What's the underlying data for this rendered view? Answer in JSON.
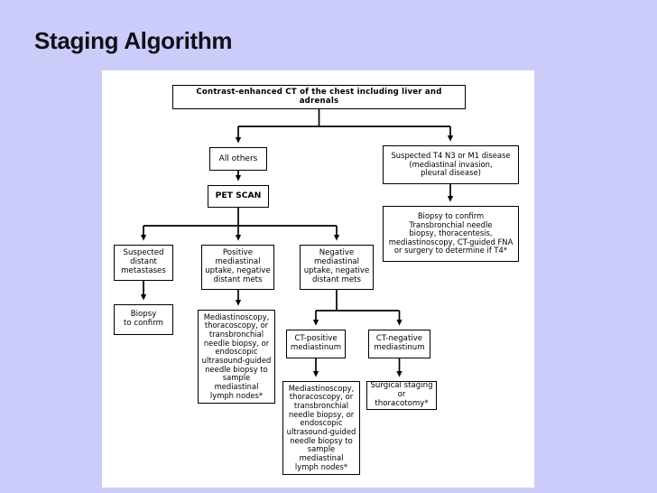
{
  "slide": {
    "title": "Staging Algorithm",
    "background_color": "#ccccfa",
    "panel_color": "#ffffff",
    "line_color": "#000000"
  },
  "flowchart": {
    "type": "diagram",
    "nodes": [
      {
        "id": "ct",
        "label": "Contrast-enhanced CT of the chest including liver and adrenals",
        "bold": true
      },
      {
        "id": "all_others",
        "label": "All others",
        "bold": false
      },
      {
        "id": "pet_scan",
        "label": "PET SCAN",
        "bold": true
      },
      {
        "id": "suspected_t4",
        "label": "Suspected T4 N3 or M1 disease\n(mediastinal invasion,\npleural disease)",
        "bold": false
      },
      {
        "id": "biopsy_confirm_t4",
        "label": "Biopsy to confirm\nTransbronchial needle\nbiopsy, thoracentesis,\nmediastinoscopy, CT-guided FNA\nor surgery to determine if T4*",
        "bold": false
      },
      {
        "id": "suspected_distant",
        "label": "Suspected\ndistant\nmetastases",
        "bold": false
      },
      {
        "id": "biopsy_confirm_left",
        "label": "Biopsy\nto confirm",
        "bold": false
      },
      {
        "id": "positive_mediastinal",
        "label": "Positive\nmediastinal\nuptake, negative\ndistant mets",
        "bold": false
      },
      {
        "id": "mediastinoscopy_mid",
        "label": "Mediastinoscopy,\nthoracoscopy, or\ntransbronchial\nneedle biopsy, or\nendoscopic\nultrasound-guided\nneedle biopsy to\nsample mediastinal\nlymph nodes*",
        "bold": false
      },
      {
        "id": "negative_mediastinal",
        "label": "Negative\nmediastinal\nuptake, negative\ndistant mets",
        "bold": false
      },
      {
        "id": "ct_positive",
        "label": "CT-positive\nmediastinum",
        "bold": false
      },
      {
        "id": "ct_negative",
        "label": "CT-negative\nmediastinum",
        "bold": false
      },
      {
        "id": "mediastinoscopy_bottom",
        "label": "Mediastinoscopy,\nthoracoscopy, or\ntransbronchial\nneedle biopsy, or\nendoscopic\nultrasound-guided\nneedle biopsy to\nsample mediastinal\nlymph nodes*",
        "bold": false
      },
      {
        "id": "surgical_staging",
        "label": "Surgical staging\nor thoracotomy*",
        "bold": false
      }
    ],
    "edges": [
      {
        "from": "ct",
        "to": "all_others"
      },
      {
        "from": "ct",
        "to": "suspected_t4"
      },
      {
        "from": "all_others",
        "to": "pet_scan"
      },
      {
        "from": "suspected_t4",
        "to": "biopsy_confirm_t4"
      },
      {
        "from": "pet_scan",
        "to": "suspected_distant"
      },
      {
        "from": "pet_scan",
        "to": "positive_mediastinal"
      },
      {
        "from": "pet_scan",
        "to": "negative_mediastinal"
      },
      {
        "from": "suspected_distant",
        "to": "biopsy_confirm_left"
      },
      {
        "from": "positive_mediastinal",
        "to": "mediastinoscopy_mid"
      },
      {
        "from": "negative_mediastinal",
        "to": "ct_positive"
      },
      {
        "from": "negative_mediastinal",
        "to": "ct_negative"
      },
      {
        "from": "ct_positive",
        "to": "mediastinoscopy_bottom"
      },
      {
        "from": "ct_negative",
        "to": "surgical_staging"
      }
    ]
  }
}
